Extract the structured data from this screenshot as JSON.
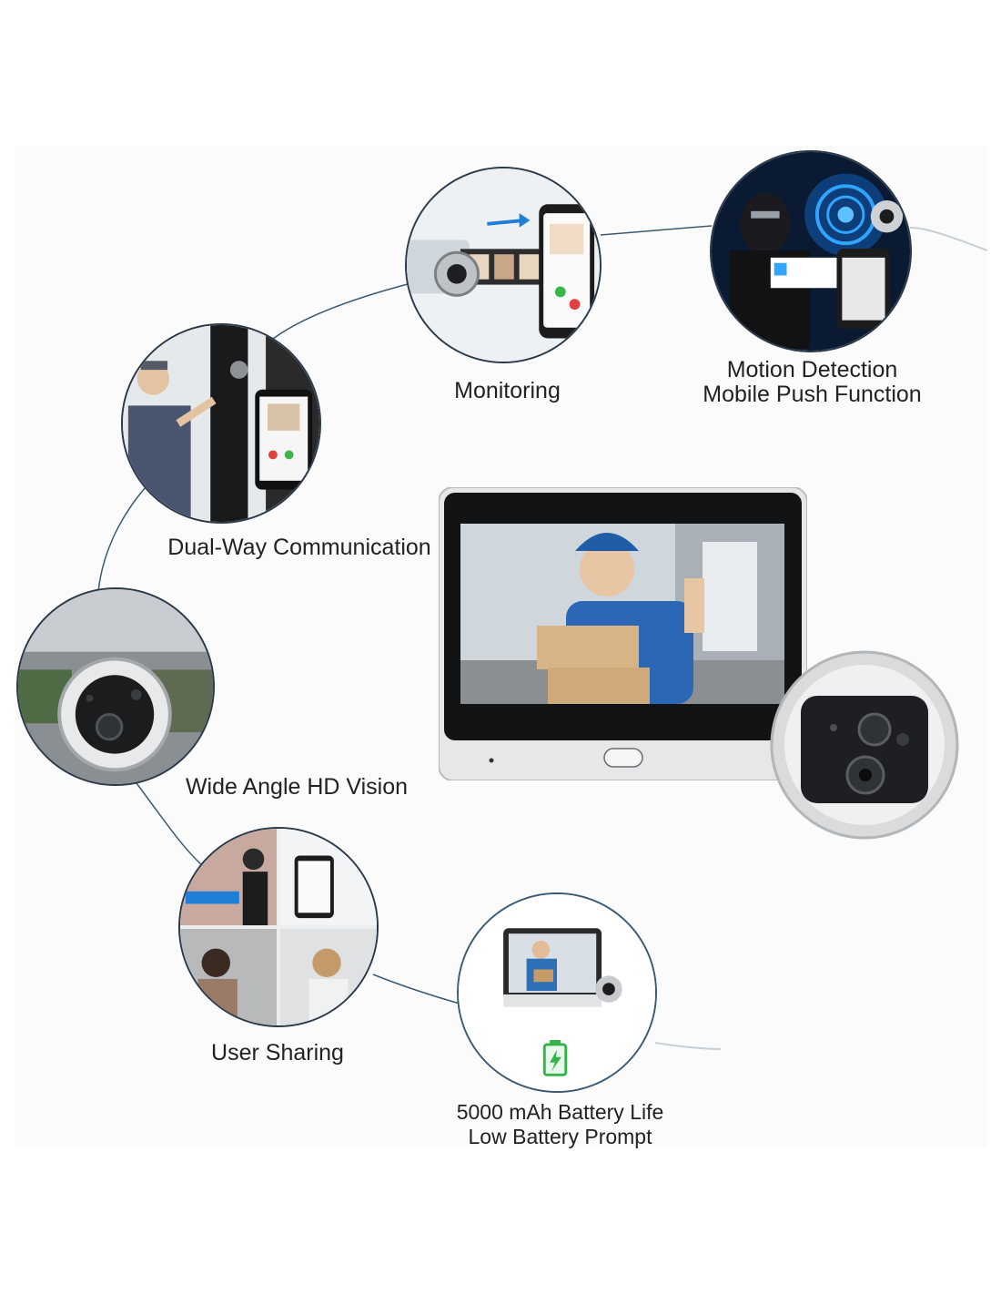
{
  "features": {
    "monitoring": "Monitoring",
    "motion_detection_line1": "Motion Detection",
    "motion_detection_line2": "Mobile Push Function",
    "dual_way": "Dual-Way Communication",
    "wide_angle": "Wide Angle HD Vision",
    "user_sharing": "User Sharing",
    "battery_line1": "5000 mAh Battery Life",
    "battery_line2": "Low Battery Prompt"
  },
  "icons": [
    "wifi-icon",
    "arrow-icon",
    "camera-lens-icon",
    "battery-icon",
    "fingerprint-icon"
  ],
  "colors": {
    "outline": "#2b3a4a",
    "accent_blue": "#1f7fd6",
    "battery_green": "#34b14a",
    "device_silver": "#d9dbdd"
  }
}
